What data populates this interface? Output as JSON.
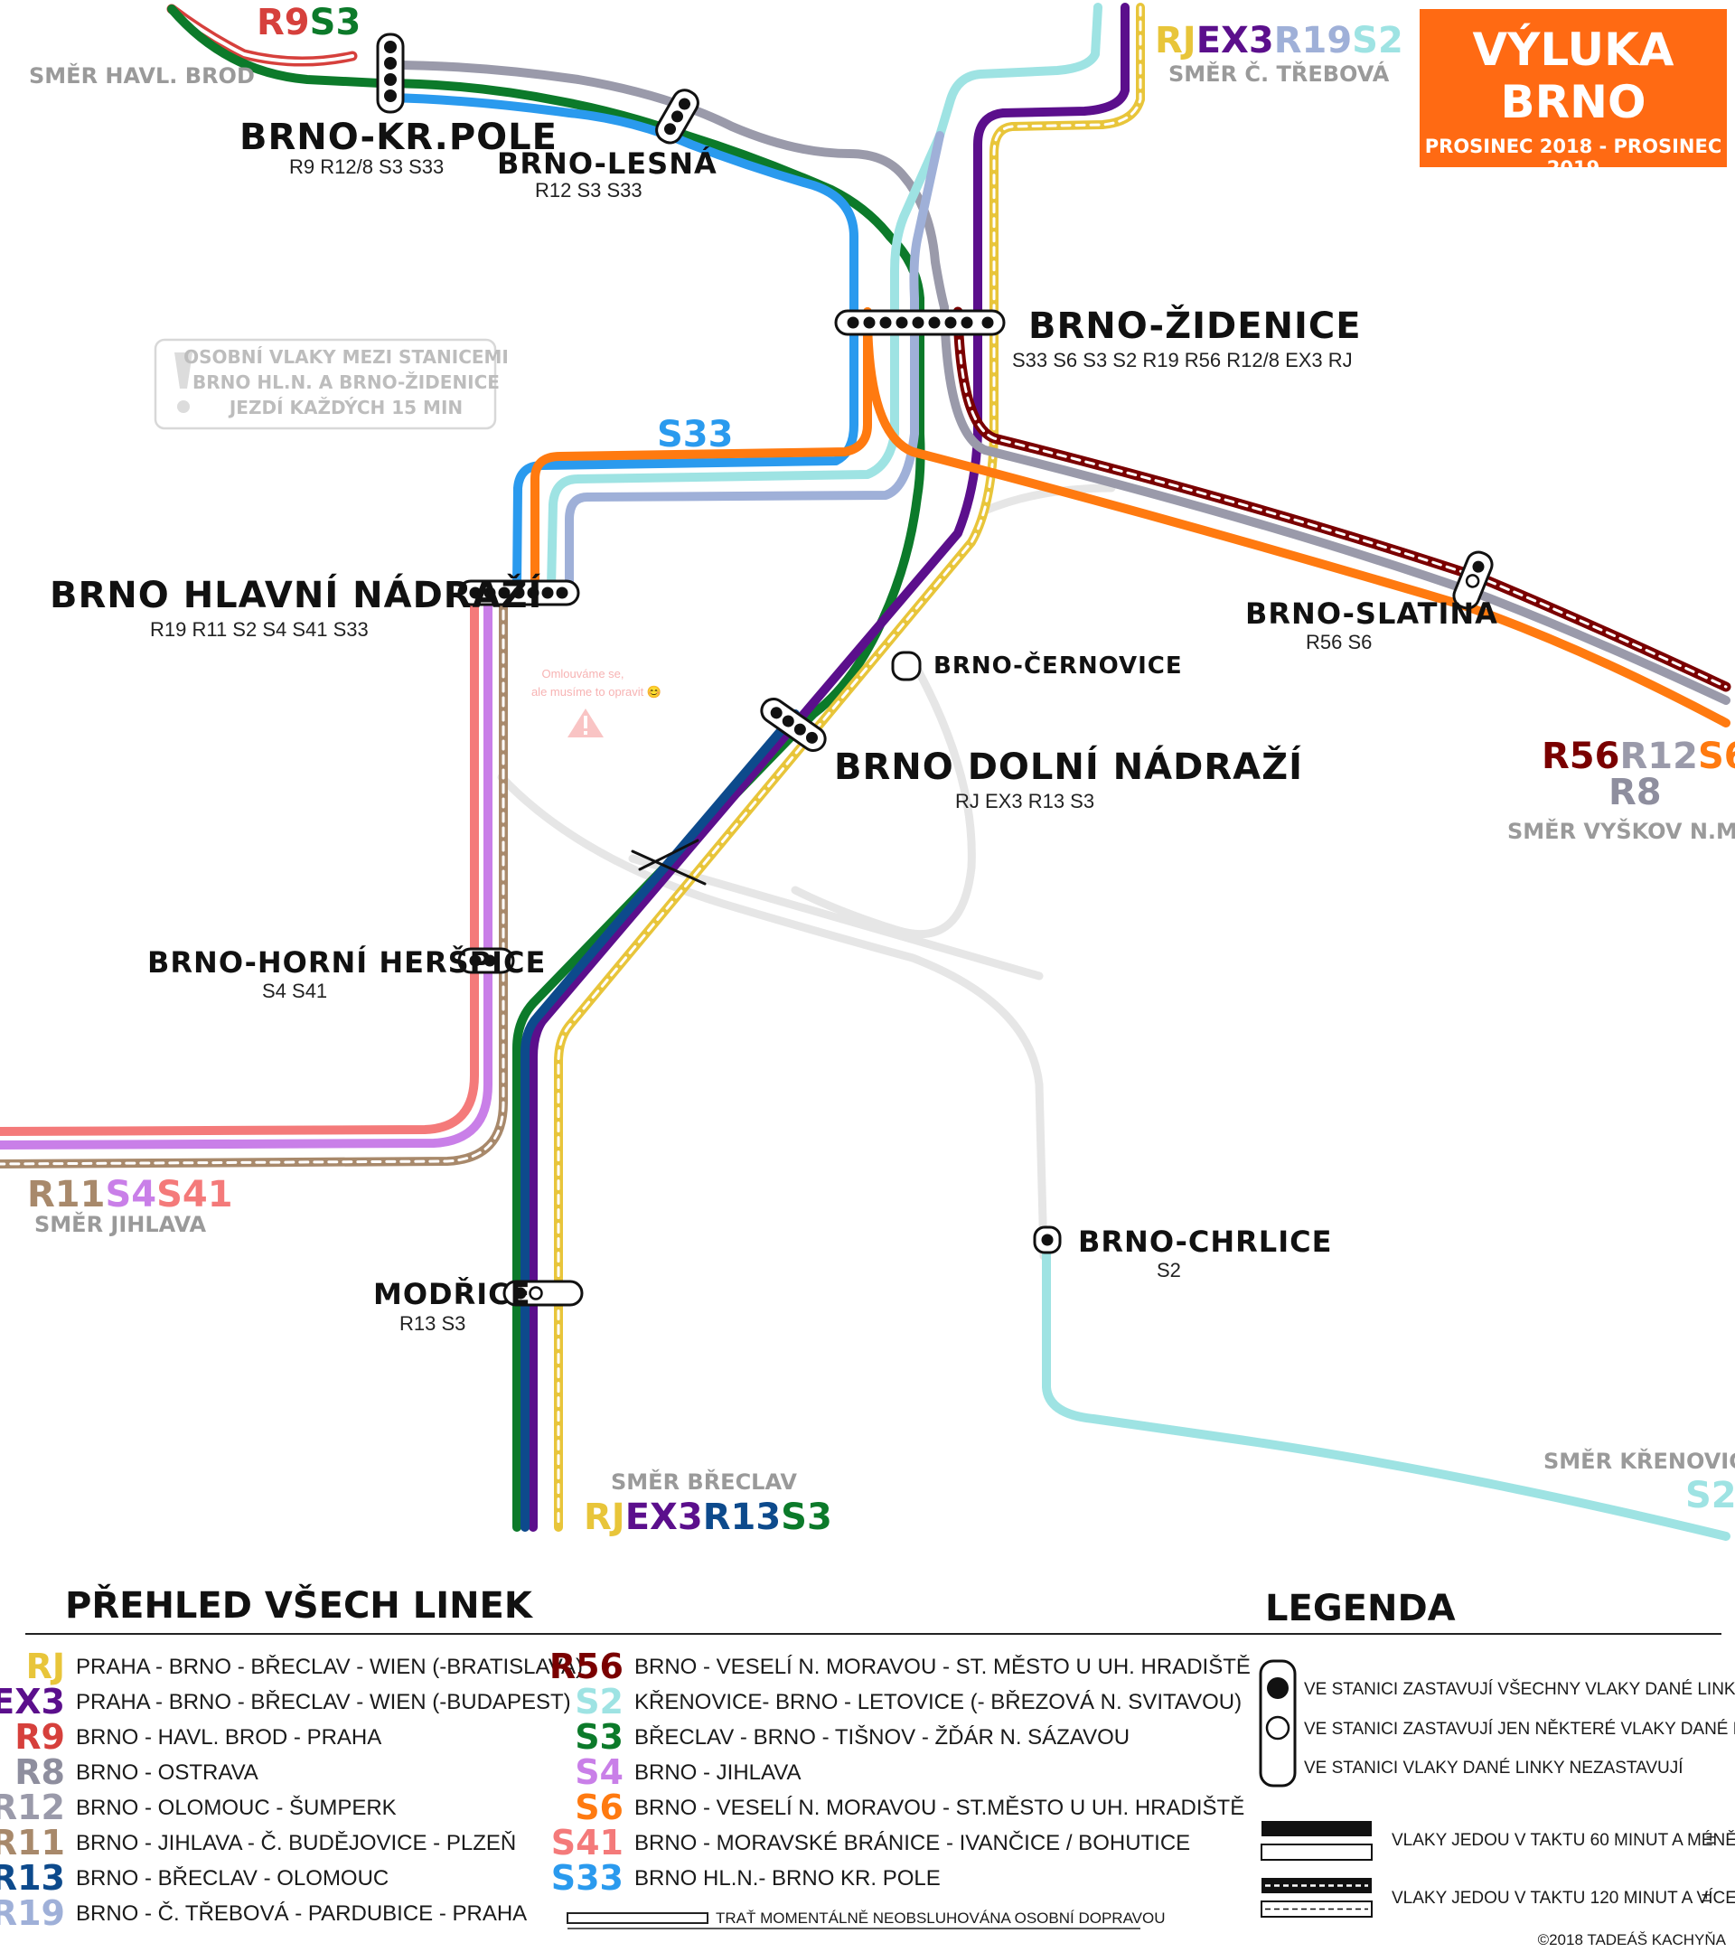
{
  "title": {
    "main": "VÝLUKA BRNO",
    "period": "PROSINEC 2018 - PROSINEC 2019",
    "subtitle": "SCHÉMA VLAKOVÝCH LINEK"
  },
  "colors": {
    "RJ": "#e8c53a",
    "EX3": "#5b0f8c",
    "R9": "#d6403c",
    "R8": "#8e8e9e",
    "R12": "#9a9aaa",
    "R11": "#a8896b",
    "R13": "#0d4a8c",
    "R19": "#9fb0d8",
    "R56": "#7a0000",
    "S2": "#9ee3e3",
    "S3": "#0c7a2a",
    "S4": "#c97fe8",
    "S6": "#ff7a10",
    "S41": "#f47a7a",
    "S33": "#2a9aee",
    "inactive": "#e3e3e3",
    "title_bg": "#ff6a13"
  },
  "notice": {
    "icon": "exclamation-icon",
    "lines": [
      "OSOBNÍ VLAKY MEZI STANICEMI",
      "BRNO HL.N. A BRNO-ŽIDENICE",
      "JEZDÍ KAŽDÝCH 15 MIN"
    ]
  },
  "apology": {
    "lines": [
      "Omlouváme se,",
      "ale musíme to opravit 😊"
    ],
    "icon": "warning-icon"
  },
  "s33_label": "S33",
  "stations": [
    {
      "id": "kr-pole",
      "name": "BRNO-KR.POLE",
      "lines": "R9  R12/8 S3 S33"
    },
    {
      "id": "lesna",
      "name": "BRNO-LESNÁ",
      "lines": "R12 S3 S33"
    },
    {
      "id": "zidenice",
      "name": "BRNO-ŽIDENICE",
      "lines": "S33 S6 S3 S2 R19 R56 R12/8 EX3 RJ"
    },
    {
      "id": "hl-nadrazi",
      "name": "BRNO HLAVNÍ NÁDRAŽÍ",
      "lines": "R19 R11 S2 S4 S41 S33"
    },
    {
      "id": "slatina",
      "name": "BRNO-SLATINA",
      "lines": "R56 S6"
    },
    {
      "id": "cernovice",
      "name": "BRNO-ČERNOVICE",
      "lines": ""
    },
    {
      "id": "dolni",
      "name": "BRNO DOLNÍ NÁDRAŽÍ",
      "lines": "RJ EX3 R13 S3"
    },
    {
      "id": "hersp",
      "name": "BRNO-HORNÍ HERŠPICE",
      "lines": "S4 S41"
    },
    {
      "id": "chrlice",
      "name": "BRNO-CHRLICE",
      "lines": "S2"
    },
    {
      "id": "modrice",
      "name": "MODŘICE",
      "lines": "R13 S3"
    }
  ],
  "directions": [
    {
      "id": "havl",
      "tags": [
        "R9",
        "S3"
      ],
      "label": "SMĚR HAVL. BROD"
    },
    {
      "id": "trebova",
      "tags": [
        "RJ",
        "EX3",
        "R19",
        "S2"
      ],
      "label": "SMĚR Č. TŘEBOVÁ"
    },
    {
      "id": "vyskov",
      "tags": [
        "R56",
        "R12",
        "S6"
      ],
      "tags2": [
        "R8"
      ],
      "label": "SMĚR VYŠKOV N.M."
    },
    {
      "id": "jihlava",
      "tags": [
        "R11",
        "S4",
        "S41"
      ],
      "label": "SMĚR JIHLAVA"
    },
    {
      "id": "breclav",
      "tags": [
        "RJ",
        "EX3",
        "R13",
        "S3"
      ],
      "label": "SMĚR BŘECLAV"
    },
    {
      "id": "krenovice",
      "tags": [
        "S2"
      ],
      "label": "SMĚR KŘENOVICE"
    }
  ],
  "overview": {
    "heading": "PŘEHLED VŠECH LINEK",
    "left": [
      {
        "code": "RJ",
        "route": "PRAHA - BRNO - BŘECLAV - WIEN (-BRATISLAVA)"
      },
      {
        "code": "EX3",
        "route": "PRAHA - BRNO - BŘECLAV - WIEN (-BUDAPEST)"
      },
      {
        "code": "R9",
        "route": "BRNO - HAVL. BROD - PRAHA"
      },
      {
        "code": "R8",
        "route": "BRNO - OSTRAVA"
      },
      {
        "code": "R12",
        "route": "BRNO - OLOMOUC - ŠUMPERK"
      },
      {
        "code": "R11",
        "route": "BRNO - JIHLAVA - Č. BUDĚJOVICE - PLZEŇ"
      },
      {
        "code": "R13",
        "route": "BRNO - BŘECLAV - OLOMOUC"
      },
      {
        "code": "R19",
        "route": "BRNO - Č. TŘEBOVÁ - PARDUBICE - PRAHA"
      }
    ],
    "right": [
      {
        "code": "R56",
        "route": "BRNO - VESELÍ N. MORAVOU - ST. MĚSTO U UH. HRADIŠTĚ"
      },
      {
        "code": "S2",
        "route": "KŘENOVICE- BRNO - LETOVICE (- BŘEZOVÁ N. SVITAVOU)"
      },
      {
        "code": "S3",
        "route": "BŘECLAV - BRNO - TIŠNOV - ŽĎÁR N. SÁZAVOU"
      },
      {
        "code": "S4",
        "route": "BRNO - JIHLAVA"
      },
      {
        "code": "S6",
        "route": "BRNO - VESELÍ N. MORAVOU - ST.MĚSTO U UH. HRADIŠTĚ"
      },
      {
        "code": "S41",
        "route": "BRNO - MORAVSKÉ BRÁNICE - IVANČICE / BOHUTICE"
      },
      {
        "code": "S33",
        "route": "BRNO  HL.N.- BRNO KR. POLE"
      }
    ],
    "unused_track": "TRAŤ MOMENTÁLNĚ NEOBSLUHOVÁNA OSOBNÍ DOPRAVOU"
  },
  "legend": {
    "heading": "LEGENDA",
    "stop_all": "VE STANICI ZASTAVUJÍ VŠECHNY VLAKY DANÉ LINKY",
    "stop_some": "VE STANICI ZASTAVUJÍ JEN NĚKTERÉ VLAKY DANÉ LINKY",
    "stop_none": "VE STANICI VLAKY DANÉ LINKY NEZASTAVUJÍ",
    "freq_60": "VLAKY JEDOU V TAKTU 60 MINUT A MÉNĚ",
    "freq_120": "VLAKY JEDOU V TAKTU 120 MINUT A VÍCE",
    "plusminus": "±"
  },
  "copyright": "©2018 TADEÁŠ KACHYŇA"
}
